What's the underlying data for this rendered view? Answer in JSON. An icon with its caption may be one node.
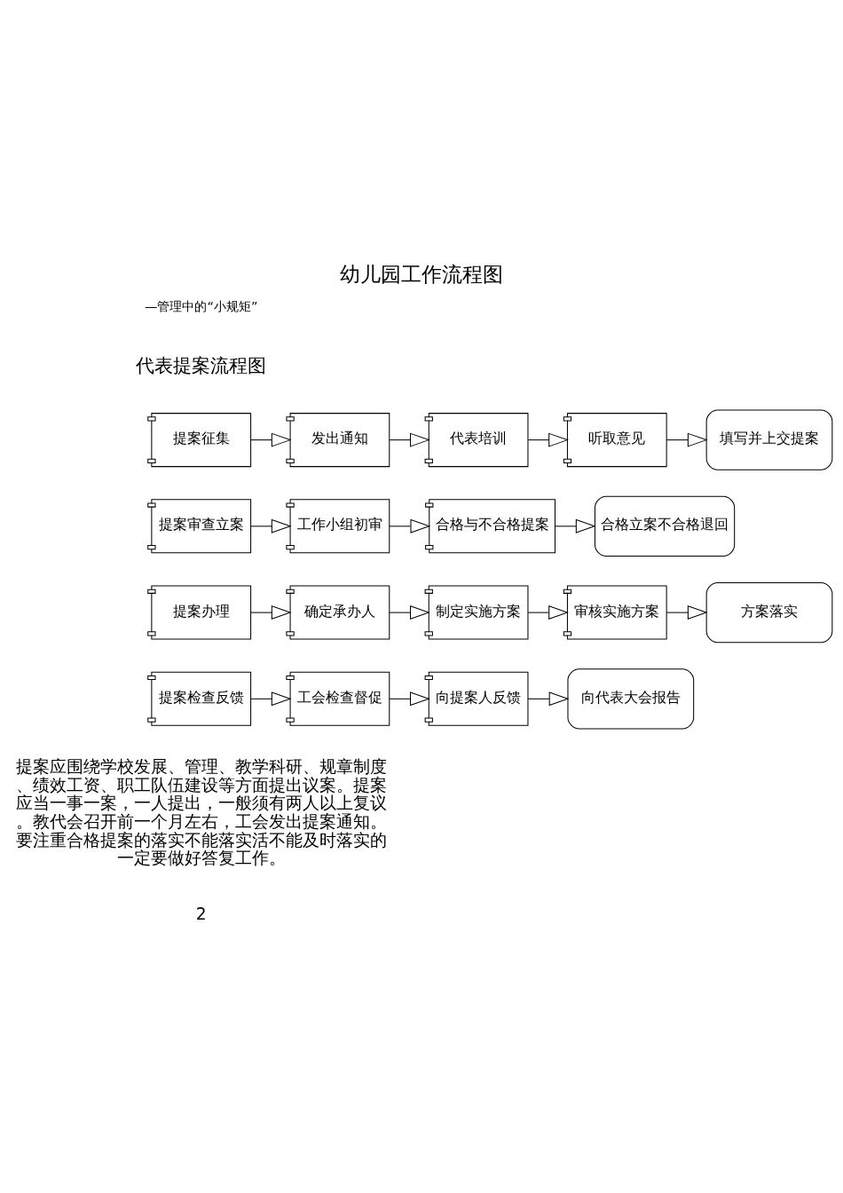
{
  "diagram": {
    "title": "幼儿园工作流程图",
    "nodes": [
      {
        "text": [
          "提案征集"
        ]
      },
      {
        "text": [
          "发出通知"
        ]
      },
      {
        "text": [
          "代表培训"
        ]
      },
      {
        "text": [
          "听取意见"
        ]
      },
      {
        "text": [
          "填写并上交提案"
        ]
      },
      {
        "text": [
          "提案审查立案"
        ]
      },
      {
        "text": [
          "工作小组初审"
        ]
      },
      {
        "text": [
          "合格与不合格提案"
        ]
      },
      {
        "text": [
          "合格立案不合格退回"
        ]
      },
      {
        "text": [
          "提案办理"
        ]
      },
      {
        "text": [
          "确定承办人"
        ]
      },
      {
        "text": [
          "制定实施方案"
        ]
      },
      {
        "text": [
          "审核实施方案"
        ]
      },
      {
        "text": [
          "方案落实"
        ]
      },
      {
        "text": [
          "提案检查反馈"
        ]
      },
      {
        "text": [
          "工会检查督促"
        ]
      },
      {
        "text": [
          "向提案人反馈"
        ]
      },
      {
        "text": [
          "向代表大会报告"
        ]
      }
    ],
    "edges": [
      {
        "from": 0,
        "to": 1,
        "arrow": "to"
      },
      {
        "from": 1,
        "to": 2,
        "arrow": "to"
      },
      {
        "from": 2,
        "to": 3,
        "arrow": "to"
      },
      {
        "from": 3,
        "to": 4,
        "arrow": "to"
      },
      {
        "from": 5,
        "to": 6,
        "arrow": "to"
      },
      {
        "from": 6,
        "to": 7,
        "arrow": "to"
      },
      {
        "from": 7,
        "to": 8,
        "arrow": "to"
      },
      {
        "from": 9,
        "to": 10,
        "arrow": "to"
      },
      {
        "from": 10,
        "to": 11,
        "arrow": "to"
      },
      {
        "from": 11,
        "to": 12,
        "arrow": "to"
      },
      {
        "from": 12,
        "to": 13,
        "arrow": "to"
      },
      {
        "from": 14,
        "to": 15,
        "arrow": "to"
      },
      {
        "from": 15,
        "to": 16,
        "arrow": "to"
      },
      {
        "from": 16,
        "to": 17,
        "arrow": "to"
      }
    ],
    "labels": [
      "—管理中的“小规矩”",
      "代表提案流程图",
      "提案应围绕学校发展、管理、教学科研、规章制度、绩效工资、职工队伍建设等方面提出议案。提案应当一事一案，一人提出，一般须有两人以上复议。教代会召开前一个月左右，工会发出提案通知。要注重合格提案的落实不能落实活不能及时落实的一定要做好答复工作。",
      "2"
    ]
  }
}
